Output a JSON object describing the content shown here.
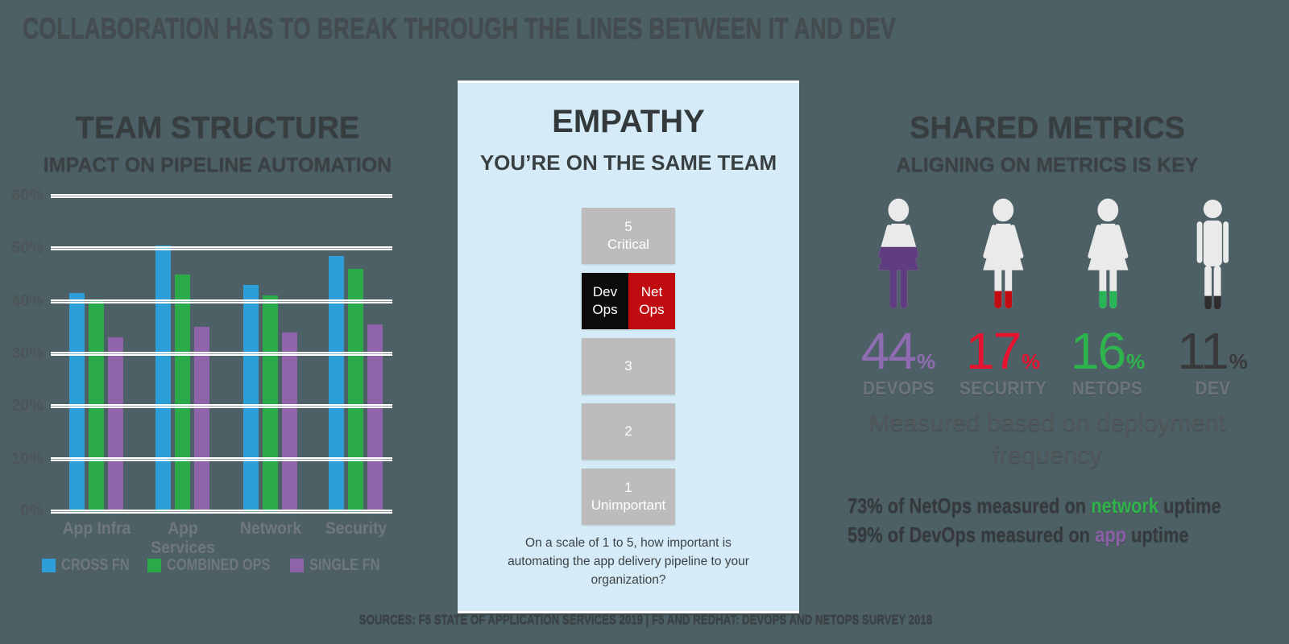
{
  "page": {
    "background_color": "#4d6065",
    "title": "COLLABORATION HAS TO BREAK THROUGH THE LINES BETWEEN IT AND DEV",
    "source_line": "SOURCES: F5 STATE OF APPLICATION SERVICES 2019 | F5 AND REDHAT: DEVOPS AND NETOPS SURVEY 2018"
  },
  "team_structure": {
    "title": "TEAM STRUCTURE",
    "subtitle": "IMPACT ON PIPELINE AUTOMATION"
  },
  "chart_data": {
    "type": "bar",
    "title": "TEAM STRUCTURE — IMPACT ON PIPELINE AUTOMATION",
    "categories": [
      "App Infra",
      "App Services",
      "Network",
      "Security"
    ],
    "series": [
      {
        "name": "CROSS FN",
        "color": "#2d9fd8",
        "values": [
          41.5,
          50.5,
          43,
          48.5
        ]
      },
      {
        "name": "COMBINED OPS",
        "color": "#2baa4a",
        "values": [
          40,
          45,
          41,
          46
        ]
      },
      {
        "name": "SINGLE FN",
        "color": "#9064aa",
        "values": [
          33,
          35,
          34,
          35.5
        ]
      }
    ],
    "ylim": [
      0,
      60
    ],
    "ytick_step": 10,
    "ytick_labels": [
      "0%",
      "10%",
      "20%",
      "30%",
      "40%",
      "50%",
      "60%"
    ],
    "grid": true,
    "gridline_color": "#ffffff",
    "legend_position": "bottom"
  },
  "empathy": {
    "title": "EMPATHY",
    "subtitle": "YOU’RE ON THE SAME TEAM",
    "panel_color": "#d5ecf8",
    "block_gray": "#bcbcbc",
    "scale": [
      {
        "type": "gray",
        "lines": [
          "5",
          "Critical"
        ]
      },
      {
        "type": "split",
        "left": {
          "lines": [
            "Dev",
            "Ops"
          ],
          "color": "#0c0c0c"
        },
        "right": {
          "lines": [
            "Net",
            "Ops"
          ],
          "color": "#c00b10"
        }
      },
      {
        "type": "gray",
        "lines": [
          "3"
        ]
      },
      {
        "type": "gray",
        "lines": [
          "2"
        ]
      },
      {
        "type": "gray",
        "lines": [
          "1",
          "Unimportant"
        ]
      }
    ],
    "question": "On a scale of 1 to 5, how important is automating the app delivery pipeline to your organization?"
  },
  "shared_metrics": {
    "title": "SHARED METRICS",
    "subtitle": "ALIGNING ON METRICS IS KEY",
    "people": [
      {
        "icon": "woman-icon",
        "gender": "female",
        "percent": "44",
        "label": "DEVOPS",
        "number_color": "#8f6cb1",
        "fill_color": "#5f3d80",
        "fill_fraction": 0.6
      },
      {
        "icon": "woman-icon",
        "gender": "female",
        "percent": "17",
        "label": "SECURITY",
        "number_color": "#e51330",
        "fill_color": "#c30b12",
        "fill_fraction": 0.24
      },
      {
        "icon": "woman-icon",
        "gender": "female",
        "percent": "16",
        "label": "NETOPS",
        "number_color": "#2fb44d",
        "fill_color": "#28b457",
        "fill_fraction": 0.24
      },
      {
        "icon": "man-icon",
        "gender": "male",
        "percent": "11",
        "label": "DEV",
        "number_color": "#3a393b",
        "fill_color": "#2e2d2f",
        "fill_fraction": 0.2
      }
    ],
    "icon_base_color": "#eaeaea",
    "note": "Measured based on deployment frequency",
    "stats": [
      {
        "prefix": "73% of NetOps measured on ",
        "highlight": "network",
        "highlight_color": "#2eb449",
        "suffix": " uptime"
      },
      {
        "prefix": "59% of DevOps measured on ",
        "highlight": "app",
        "highlight_color": "#8c5fa7",
        "suffix": " uptime"
      }
    ]
  }
}
